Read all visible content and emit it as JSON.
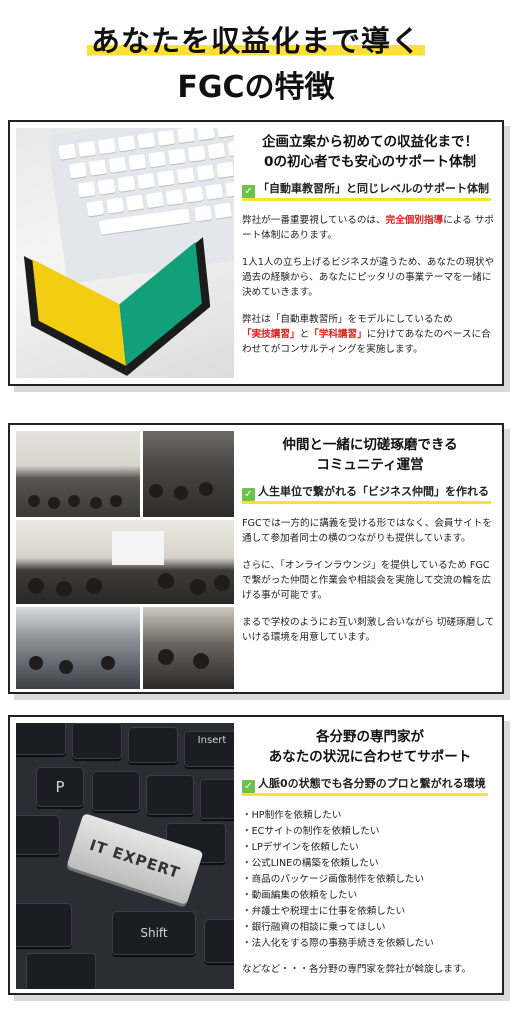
{
  "hero": {
    "line1": "あなたを収益化まで導く",
    "line2": "FGCの特徴"
  },
  "sections": [
    {
      "title_line1": "企画立案から初めての収益化まで！",
      "title_line2": "0の初心者でも安心のサポート体制",
      "tagline": "「自動車教習所」と同じレベルのサポート体制",
      "p1_a": "弊社が一番重要視しているのは、",
      "p1_red": "完全個別指導",
      "p1_b": "による サポート体制にあります。",
      "p2": "1人1人の立ち上げるビジネスが違うため、あなたの現状や過去の経験から、あなたにピッタリの事業テーマを一緒に決めていきます。",
      "p3_a": "弊社は「自動車教習所」をモデルにしているため",
      "p3_red1": "「実技講習」",
      "p3_mid": "と",
      "p3_red2": "「学科講習」",
      "p3_b": "に分けてあなたのペースに合わせてがコンサルティングを実施します。",
      "image": "beginner-mark-on-keyboard"
    },
    {
      "title_line1": "仲間と一緒に切磋琢磨できる",
      "title_line2": "コミュニティ運営",
      "tagline": "人生単位で繋がれる「ビジネス仲間」を作れる",
      "p1": "FGCでは一方的に講義を受ける形ではなく、会員サイトを通して参加者同士の横のつながりも提供しています。",
      "p2": "さらに、「オンラインラウンジ」を提供しているため FGCで繋がった仲間と作業会や相談会を実施して交流の輪を広げる事が可能です。",
      "p3": "まるで学校のようにお互い刺激し合いながら 切磋琢磨していける環境を用意しています。",
      "image": "seminar-photo-collage"
    },
    {
      "title_line1": "各分野の専門家が",
      "title_line2": "あなたの状況に合わせてサポート",
      "tagline": "人脈0の状態でも各分野のプロと繋がれる環境",
      "bullets": [
        "・HP制作を依頼したい",
        "・ECサイトの制作を依頼したい",
        "・LPデザインを依頼したい",
        "・公式LINEの構築を依頼したい",
        "・商品のパッケージ画像制作を依頼したい",
        "・動画編集の依頼をしたい",
        "・弁護士や税理士に仕事を依頼したい",
        "・銀行融資の相談に乗ってほしい",
        "・法人化をする際の事務手続きを依頼したい"
      ],
      "closing": "などなど・・・各分野の専門家を弊社が斡旋します。",
      "key_label": "IT EXPERT",
      "key_insert": "Insert",
      "key_p": "P",
      "key_shift": "Shift",
      "image": "it-expert-keyboard"
    }
  ],
  "colors": {
    "highlight": "#ffe033",
    "accent_red": "#e0201c",
    "check_green": "#6cc24a"
  }
}
